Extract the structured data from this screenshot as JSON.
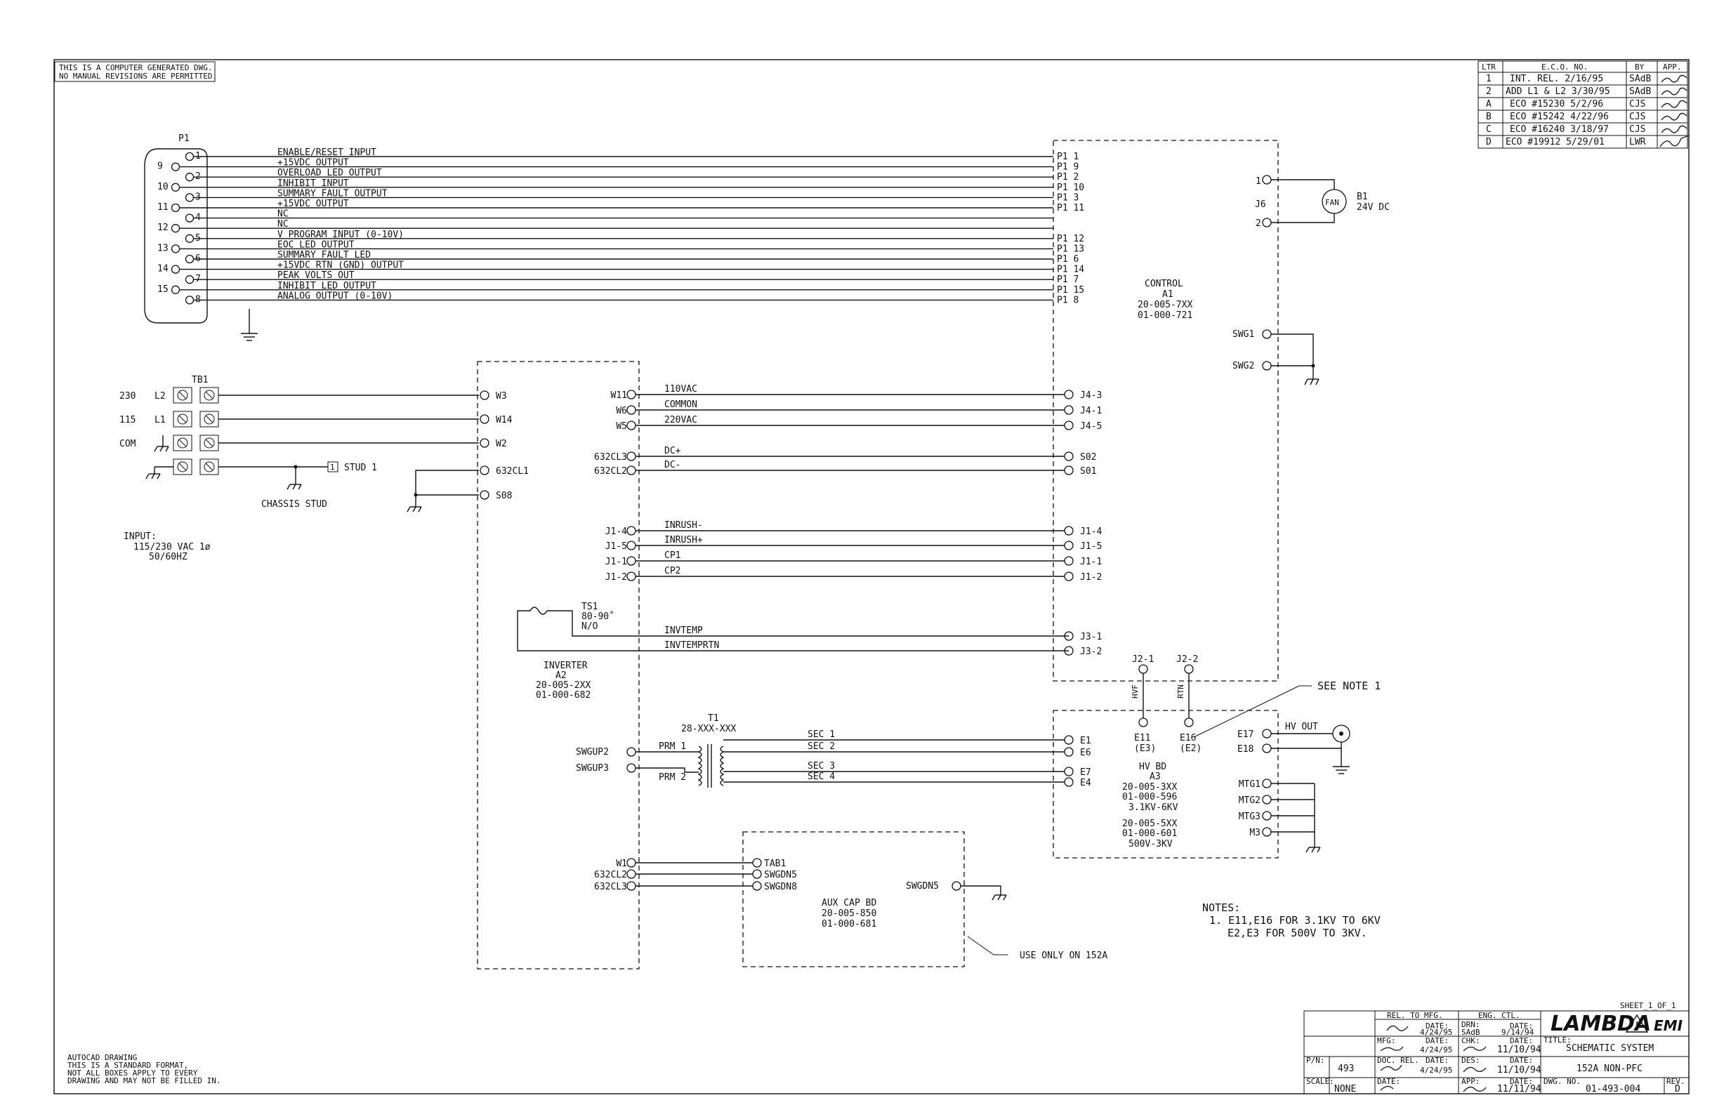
{
  "notice_top": [
    "THIS IS A COMPUTER GENERATED DWG.",
    "NO MANUAL REVISIONS ARE PERMITTED."
  ],
  "notice_bottom": [
    "AUTOCAD DRAWING",
    "THIS IS A STANDARD FORMAT,",
    "NOT ALL BOXES APPLY TO EVERY",
    "DRAWING AND MAY NOT BE FILLED IN."
  ],
  "revisions": {
    "headers": [
      "LTR",
      "E.C.O. NO.",
      "BY",
      "APP."
    ],
    "rows": [
      [
        "1",
        "INT. REL.  2/16/95",
        "SAdB"
      ],
      [
        "2",
        "ADD L1 & L2  3/30/95",
        "SAdB"
      ],
      [
        "A",
        "ECO #15230  5/2/96",
        "CJS"
      ],
      [
        "B",
        "ECO #15242  4/22/96",
        "CJS"
      ],
      [
        "C",
        "ECO #16240  3/18/97",
        "CJS"
      ],
      [
        "D",
        "ECO #19912  5/29/01",
        "LWR"
      ]
    ]
  },
  "p1": {
    "title": "P1",
    "pins": [
      {
        "pin": "1",
        "signal": "ENABLE/RESET     INPUT",
        "ctrl": "P1  1"
      },
      {
        "pin": "9",
        "signal": "+15VDC  OUTPUT",
        "ctrl": "P1  9"
      },
      {
        "pin": "2",
        "signal": "OVERLOAD  LED       OUTPUT",
        "ctrl": "P1  2"
      },
      {
        "pin": "10",
        "signal": "INHIBIT  INPUT",
        "ctrl": "P1  10"
      },
      {
        "pin": "3",
        "signal": "SUMMARY  FAULT     OUTPUT",
        "ctrl": "P1  3"
      },
      {
        "pin": "11",
        "signal": "+15VDC  OUTPUT",
        "ctrl": "P1  11"
      },
      {
        "pin": "4",
        "signal": "NC",
        "ctrl": ""
      },
      {
        "pin": "12",
        "signal": "NC",
        "ctrl": ""
      },
      {
        "pin": "5",
        "signal": "V PROGRAM  INPUT  (0-10V)",
        "ctrl": "P1  12"
      },
      {
        "pin": "13",
        "signal": "EOC  LED              OUTPUT",
        "ctrl": "P1  13"
      },
      {
        "pin": "6",
        "signal": "SUMMARY  FAULT     LED",
        "ctrl": "P1  6"
      },
      {
        "pin": "14",
        "signal": "+15VDC  RTN  (GND)  OUTPUT",
        "ctrl": "P1  14"
      },
      {
        "pin": "7",
        "signal": "PEAK  VOLTS  OUT",
        "ctrl": "P1  7"
      },
      {
        "pin": "15",
        "signal": "INHIBIT  LED          OUTPUT",
        "ctrl": "P1  15"
      },
      {
        "pin": "8",
        "signal": "ANALOG  OUTPUT  (0-10V)",
        "ctrl": "P1  8"
      }
    ]
  },
  "control": {
    "lines": [
      "CONTROL",
      "A1",
      "20-005-7XX",
      "01-000-721"
    ]
  },
  "fan": {
    "label": "FAN",
    "ref": "B1",
    "rating": "24V DC",
    "jack": "J6",
    "pin1": "1",
    "pin2": "2"
  },
  "swg": [
    "SWG1",
    "SWG2"
  ],
  "tb1": {
    "title": "TB1",
    "rows": [
      {
        "left": "230",
        "mid": "L2"
      },
      {
        "left": "115",
        "mid": "L1"
      },
      {
        "left": "COM",
        "mid": ""
      },
      {
        "left": "",
        "mid": ""
      }
    ],
    "stud_box": "1",
    "stud": "STUD  1",
    "chassis": "CHASSIS  STUD"
  },
  "input_note": [
    "INPUT:",
    "115/230 VAC 1ø",
    "50/60HZ"
  ],
  "inverter": {
    "left_terms": [
      "W3",
      "W14",
      "W2",
      "632CL1",
      "S08"
    ],
    "right_terms": [
      "W11",
      "W6",
      "W5",
      "632CL3",
      "632CL2",
      "J1-4",
      "J1-5",
      "J1-1",
      "J1-2"
    ],
    "wires": [
      "110VAC",
      "COMMON",
      "220VAC",
      "DC+",
      "DC-",
      "INRUSH-",
      "INRUSH+",
      "CP1",
      "CP2",
      "INVTEMP",
      "INVTEMPRTN"
    ],
    "ts1": [
      "TS1",
      "80-90˚",
      "N/O"
    ],
    "lines": [
      "INVERTER",
      "A2",
      "20-005-2XX",
      "01-000-682"
    ],
    "swgup": [
      "SWGUP2",
      "SWGUP3"
    ],
    "aux_terms": [
      "W1",
      "632CL2",
      "632CL3"
    ]
  },
  "ctrl_terms": [
    "J4-3",
    "J4-1",
    "J4-5",
    "S02",
    "S01",
    "J1-4",
    "J1-5",
    "J1-1",
    "J1-2",
    "J3-1",
    "J3-2"
  ],
  "j2": {
    "j21": "J2-1",
    "j22": "J2-2",
    "hvf": "HVF",
    "rtn": "RTN"
  },
  "see_note": "SEE  NOTE  1",
  "t1": {
    "title": "T1",
    "part": "28-XXX-XXX",
    "prm1": "PRM  1",
    "prm2": "PRM  2",
    "secs": [
      "SEC  1",
      "SEC  2",
      "SEC  3",
      "SEC  4"
    ]
  },
  "hvbd": {
    "left": [
      "E1",
      "E6",
      "E7",
      "E4"
    ],
    "e11": "E11",
    "e16": "E16",
    "e3": "(E3)",
    "e2": "(E2)",
    "e17": "E17",
    "e18": "E18",
    "hvout": "HV OUT",
    "mtg": [
      "MTG1",
      "MTG2",
      "MTG3",
      "M3"
    ],
    "lines": [
      "HV BD",
      "A3",
      "20-005-3XX",
      "01-000-596",
      "3.1KV-6KV",
      "20-005-5XX",
      "01-000-601",
      "500V-3KV"
    ]
  },
  "aux": {
    "terms": [
      "TAB1",
      "SWGDN5",
      "SWGDN8"
    ],
    "right": "SWGDN5",
    "lines": [
      "AUX CAP BD",
      "20-005-850",
      "01-000-681"
    ],
    "note": "USE  ONLY  ON  152A"
  },
  "notes": [
    "NOTES:",
    "1.  E11,E16  FOR  3.1KV  TO  6KV",
    "E2,E3  FOR  500V  TO  3KV."
  ],
  "sheet": "SHEET_1_OF_1",
  "title_block": {
    "rel": "REL. TO MFG.",
    "eng": "ENG. CTL.",
    "date1": "4/24/95",
    "drn": "DRN:",
    "date_drn": "9/14/94",
    "sadb": "SAdB",
    "mfg": "MFG:",
    "date_mfg": "4/24/95",
    "chk": "CHK:",
    "date_chk": "11/10/94",
    "docrel": "DOC. REL.",
    "date_doc": "4/24/95",
    "des": "DES:",
    "date_des": "11/10/94",
    "app": "APP:",
    "date_app": "11/11/94",
    "date_lbl": "DATE:",
    "brand": "LAMBDA",
    "brand2": "EMI",
    "title_lbl": "TITLE:",
    "title1": "SCHEMATIC SYSTEM",
    "title2": "152A NON-PFC",
    "pn_lbl": "P/N:",
    "pn": "493",
    "scale_lbl": "SCALE:",
    "scale": "NONE",
    "dwg_lbl": "DWG. NO.",
    "dwg": "01-493-004",
    "rev_lbl": "REV.",
    "rev": "D"
  }
}
